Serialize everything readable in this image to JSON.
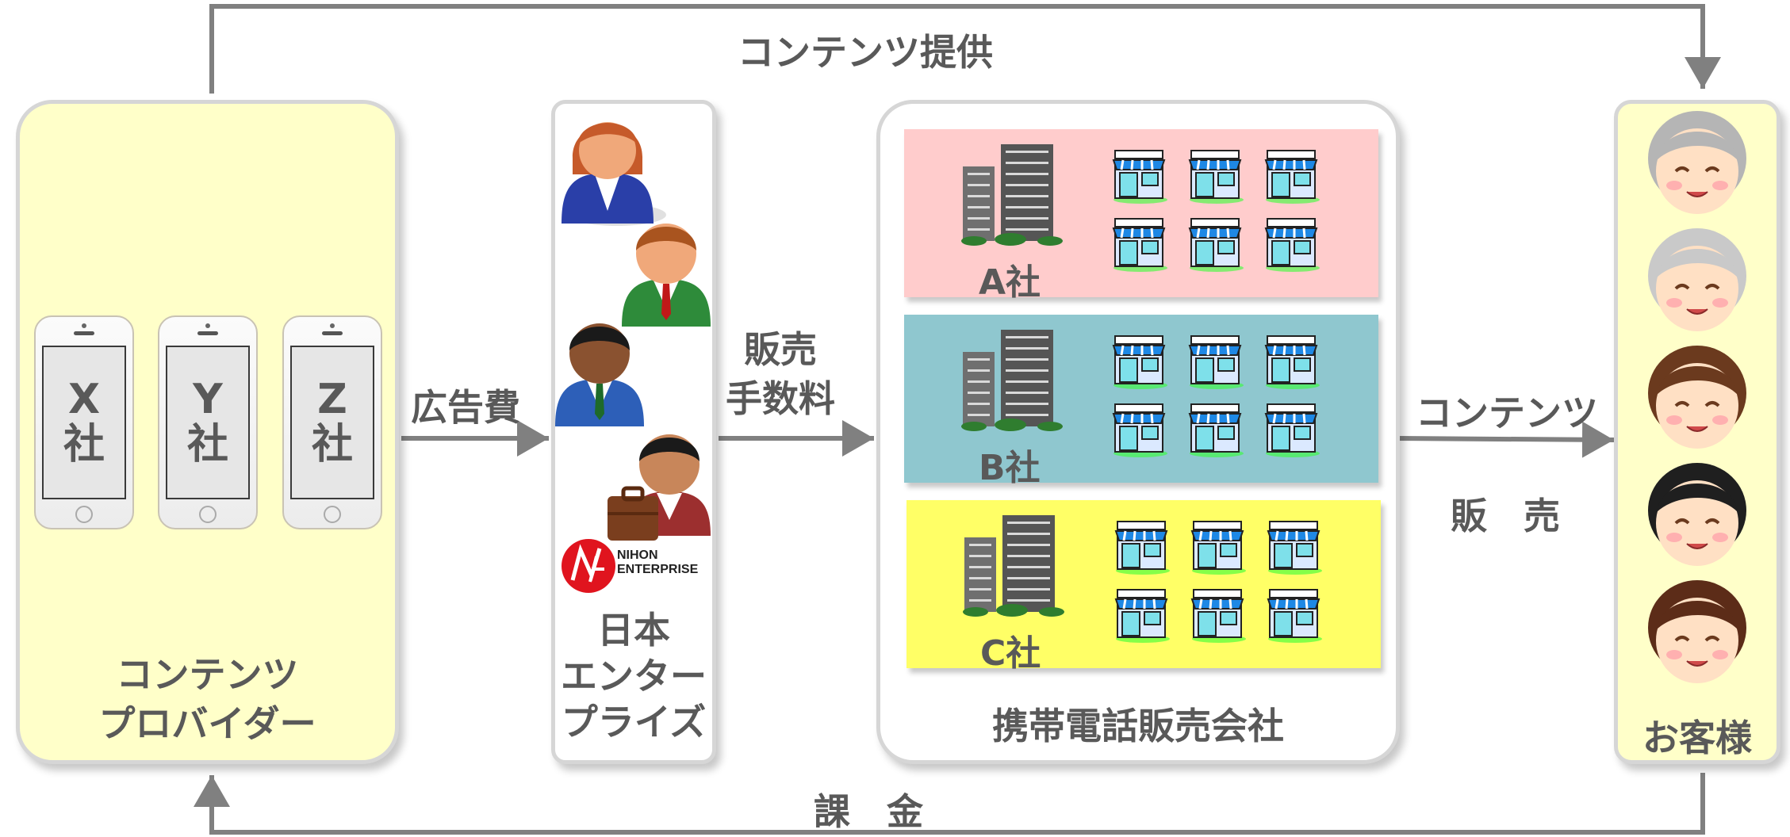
{
  "top_flow": {
    "label": "コンテンツ提供"
  },
  "bottom_flow": {
    "label": "課　金"
  },
  "providers": {
    "phones": [
      {
        "line1": "X",
        "line2": "社"
      },
      {
        "line1": "Y",
        "line2": "社"
      },
      {
        "line1": "Z",
        "line2": "社"
      }
    ],
    "title_line1": "コンテンツ",
    "title_line2": "プロバイダー"
  },
  "ad_fee": {
    "label": "広告費"
  },
  "nihon": {
    "logo_line1": "NIHON",
    "logo_line2": "ENTERPRISE",
    "title_line1": "日本",
    "title_line2": "エンター",
    "title_line3": "プライズ"
  },
  "sales_fee": {
    "line1": "販売",
    "line2": "手数料"
  },
  "carriers": {
    "companies": [
      {
        "label": "A社",
        "color": "#ffcccc"
      },
      {
        "label": "B社",
        "color": "#8fc7cf"
      },
      {
        "label": "C社",
        "color": "#ffff66"
      }
    ],
    "title": "携帯電話販売会社"
  },
  "content_sales": {
    "line1": "コンテンツ",
    "line2": "販　売"
  },
  "customers": {
    "title": "お客様",
    "count": 5
  },
  "colors": {
    "panel_fill": "#ffffc9",
    "arrow": "#808080",
    "text": "#595959",
    "logo_red": "#e0141e"
  }
}
